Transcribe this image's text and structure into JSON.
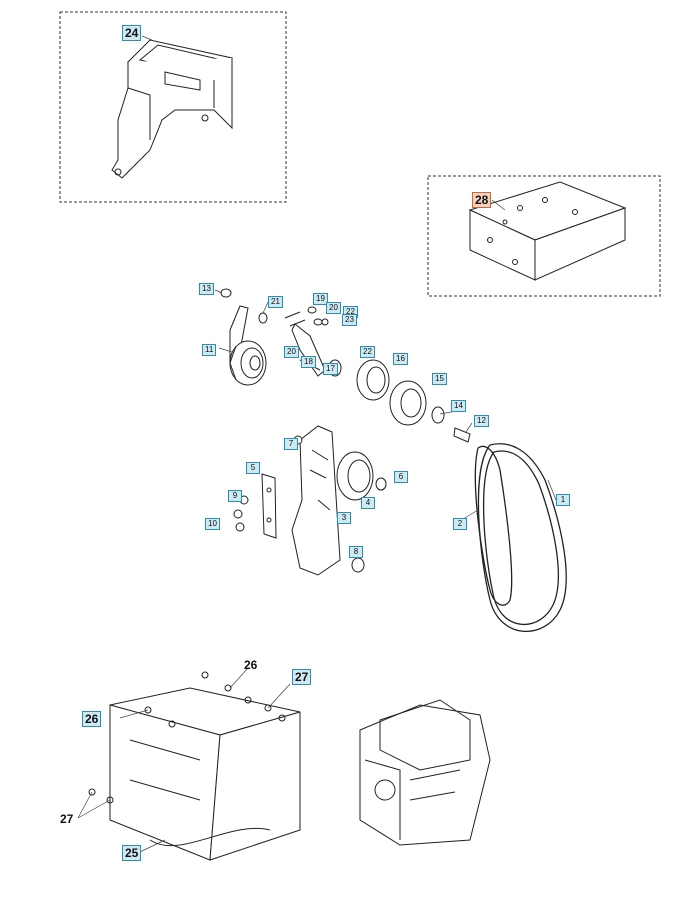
{
  "callouts": {
    "c24": "24",
    "c28": "28",
    "c13": "13",
    "c21": "21",
    "c19": "19",
    "c20": "20",
    "c22a": "22",
    "c23": "23",
    "c11": "11",
    "c20b": "20",
    "c18": "18",
    "c17": "17",
    "c22": "22",
    "c16": "16",
    "c15": "15",
    "c14": "14",
    "c12": "12",
    "c7": "7",
    "c5": "5",
    "c6": "6",
    "c9": "9",
    "c10": "10",
    "c4": "4",
    "c3": "3",
    "c8": "8",
    "c2": "2",
    "c1": "1",
    "c26a": "26",
    "c27a": "27",
    "c26b": "26",
    "c27b": "27",
    "c25": "25"
  }
}
